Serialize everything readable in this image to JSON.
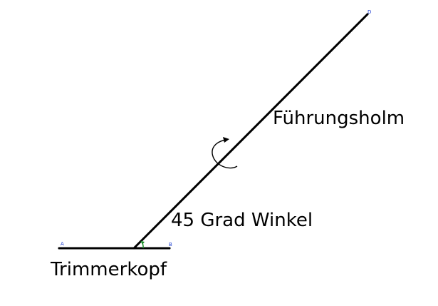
{
  "points": {
    "a": "A",
    "b": "B",
    "d": "D"
  },
  "labels": {
    "head": "Trimmerkopf",
    "shaft": "Führungsholm",
    "angle": "45 Grad Winkel"
  },
  "colors": {
    "line": "#000000",
    "point_label": "#1f3fd1",
    "angle_mark": "#1a8f2a"
  }
}
